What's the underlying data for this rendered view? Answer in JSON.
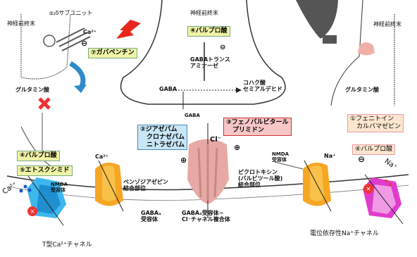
{
  "labels": {
    "presynaptic_left": "神経前終末",
    "subunit": "α₂δサブユニット",
    "ca_top": "Ca²⁺",
    "gabapentin": "⑦ガバペンチン",
    "glutamate_left": "グルタミン酸",
    "presynaptic_center": "神経前終末",
    "valproate_center": "④バルプロ酸",
    "theta": "⊖",
    "gaba_transaminase": "GABAトランス\nアミナーゼ",
    "gaba_mid": "GABA",
    "succinate": "コハク酸\nセミアルデヒド",
    "gaba_small": "GABA",
    "benzo_box": "②ジアゼパム\n　クロナゼパム\n　ニトラゼパム",
    "pheno_box": "③フェノバルビタール\n　プリミドン",
    "cl_minus": "Cl⁻",
    "plus_left": "⊕",
    "plus_right": "⊕",
    "presynaptic_right": "神経前終末",
    "glutamate_right": "グルタミン酸",
    "phenytoin_box": "①フェニトイン\n　カルバマゼピン",
    "valproate_right": "④バルプロ酸",
    "theta_right": "⊖",
    "na_right": "Na⁺",
    "nmda_right": "NMDA\n受容体",
    "na_mid": "Na⁺",
    "valproate_left": "④バルプロ酸",
    "ethosuximide": "⑤エトスクシミド",
    "ca_left": "Ca²⁺",
    "ca_mid": "Ca²⁺",
    "nmda_left": "NMDA\n受容体",
    "benzo_site": "ベンゾジアゼピン\n結合部位",
    "picrotoxin_site": "ピクロトキシン\n(バルビツール酸)\n結合部位",
    "gaba_a_receptor": "GABAₐ\n受容体",
    "gaba_a_complex": "GABAₐ受容体−\nCl⁻チャネル複合体",
    "t_type": "T型Ca²⁺チャネル",
    "na_channel": "電位依存性Na⁺チャネル"
  },
  "colors": {
    "gabapentin_box": "#f0f3a6",
    "valproate_box": "#f0f3a6",
    "benzo_box": "#c9e6f6",
    "pheno_box": "#f7c6c6",
    "phenytoin_box": "#fde6cf",
    "receptor_orange": "#f6a623",
    "gaba_receptor": "#e7a9a4",
    "t_channel": "#3db7ee",
    "na_channel": "#e03ccc",
    "arrow_red": "#e8281c",
    "curved_arrow": "#2e8ac9",
    "block_icon": "#e33",
    "electrode": "#555"
  }
}
